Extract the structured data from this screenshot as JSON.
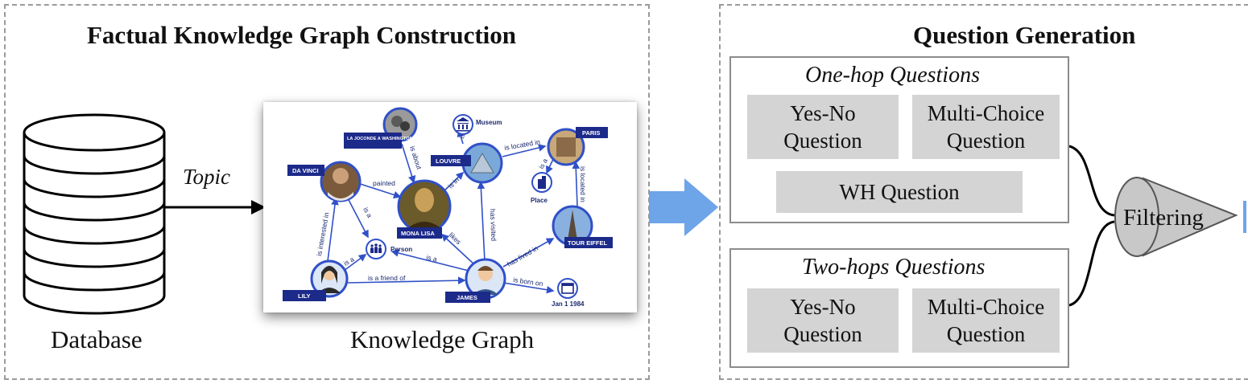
{
  "left_panel": {
    "title": "Factual Knowledge Graph Construction"
  },
  "right_panel": {
    "title": "Question Generation"
  },
  "database": {
    "label": "Database"
  },
  "topic_arrow": {
    "label": "Topic"
  },
  "knowledge_graph": {
    "label": "Knowledge Graph",
    "nodes": {
      "davinci": "DA VINCI",
      "joconde": "LA JOCONDE A WASHINGTON",
      "monalisa": "MONA LISA",
      "louvre": "LOUVRE",
      "paris": "PARIS",
      "toureiffel": "TOUR EIFFEL",
      "lily": "LILY",
      "james": "JAMES",
      "museum": "Museum",
      "place": "Place",
      "person": "Person",
      "date": "Jan 1 1984"
    },
    "edges": {
      "painted": "painted",
      "is_a_davinci": "is a",
      "is_interested_in": "is interested in",
      "is_about": "is about",
      "is_in": "is in",
      "is_a_louvre": "is a",
      "is_located_in_louvre": "is located in",
      "is_a_paris": "is a",
      "is_located_in_eiffel": "is located in",
      "has_visited": "has visited",
      "likes": "likes",
      "has_lived_in": "has lived in",
      "is_born_on": "is born on",
      "is_a_friend_of": "is a friend of",
      "is_a_lily": "is a",
      "is_a_james": "is a"
    }
  },
  "one_hop": {
    "title": "One-hop Questions",
    "yes_no": [
      "Yes-No",
      "Question"
    ],
    "multi_choice": [
      "Multi-Choice",
      "Question"
    ],
    "wh": "WH Question"
  },
  "two_hops": {
    "title": "Two-hops Questions",
    "yes_no": [
      "Yes-No",
      "Question"
    ],
    "multi_choice": [
      "Multi-Choice",
      "Question"
    ]
  },
  "filter": {
    "label": "Filtering"
  },
  "colors": {
    "node_navy": "#1c2a8a",
    "edge_blue": "#3050c8",
    "question_fill": "#d4d4d4",
    "big_arrow": "#6ea4e8",
    "filter_fill": "#c8c8c8"
  }
}
